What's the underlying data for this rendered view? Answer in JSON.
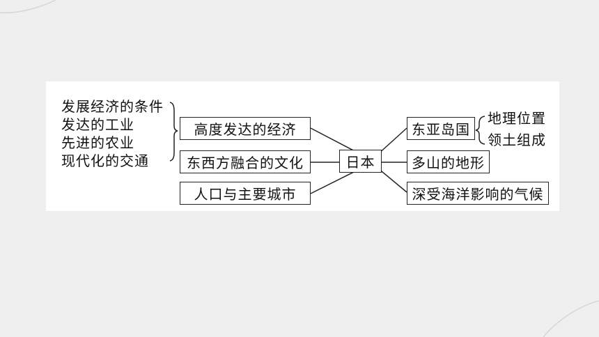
{
  "center": "日本",
  "conditions": [
    "发展经济的条件",
    "发达的工业",
    "先进的农业",
    "现代化的交通"
  ],
  "left_boxes": [
    "高度发达的经济",
    "东西方融合的文化",
    "人口与主要城市"
  ],
  "right_boxes": [
    "东亚岛国",
    "多山的地形",
    "深受海洋影响的气候"
  ],
  "island_details": [
    "地理位置",
    "领土组成"
  ]
}
